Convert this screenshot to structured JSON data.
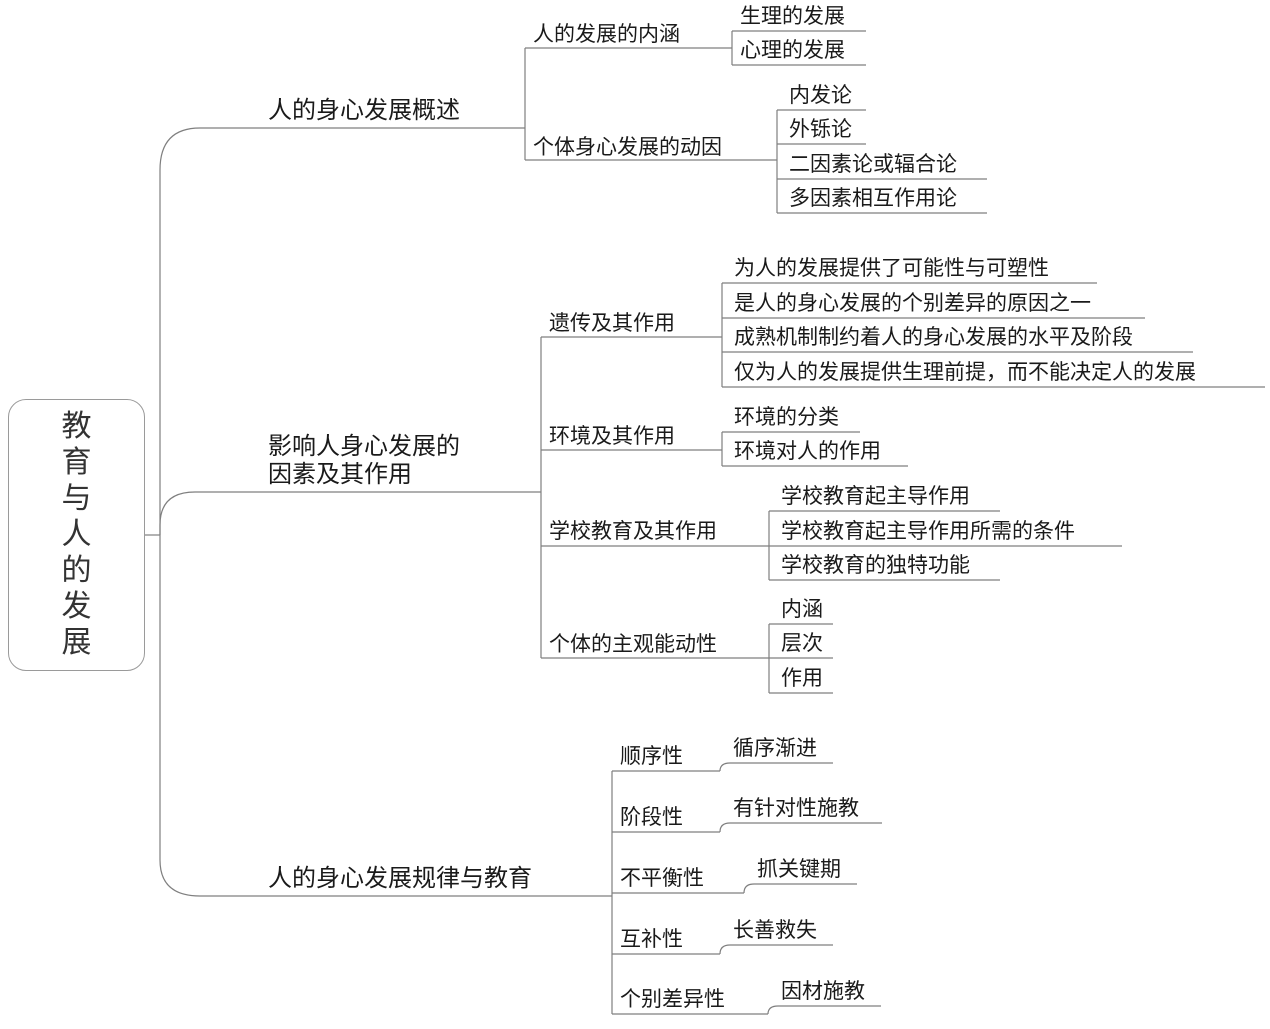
{
  "root": {
    "label": "教育与人的发展",
    "label_lines": [
      "教",
      "育",
      "与",
      "人",
      "的",
      "发",
      "展"
    ]
  },
  "b1": {
    "label": "人的身心发展概述",
    "c1": {
      "label": "人的发展的内涵",
      "items": [
        "生理的发展",
        "心理的发展"
      ]
    },
    "c2": {
      "label": "个体身心发展的动因",
      "items": [
        "内发论",
        "外铄论",
        "二因素论或辐合论",
        "多因素相互作用论"
      ]
    }
  },
  "b2": {
    "label_line1": "影响人身心发展的",
    "label_line2": "因素及其作用",
    "c1": {
      "label": "遗传及其作用",
      "items": [
        "为人的发展提供了可能性与可塑性",
        "是人的身心发展的个别差异的原因之一",
        "成熟机制制约着人的身心发展的水平及阶段",
        "仅为人的发展提供生理前提，而不能决定人的发展"
      ]
    },
    "c2": {
      "label": "环境及其作用",
      "items": [
        "环境的分类",
        "环境对人的作用"
      ]
    },
    "c3": {
      "label": "学校教育及其作用",
      "items": [
        "学校教育起主导作用",
        "学校教育起主导作用所需的条件",
        "学校教育的独特功能"
      ]
    },
    "c4": {
      "label": "个体的主观能动性",
      "items": [
        "内涵",
        "层次",
        "作用"
      ]
    }
  },
  "b3": {
    "label": "人的身心发展规律与教育",
    "c1": {
      "label": "顺序性",
      "item": "循序渐进"
    },
    "c2": {
      "label": "阶段性",
      "item": "有针对性施教"
    },
    "c3": {
      "label": "不平衡性",
      "item": "抓关键期"
    },
    "c4": {
      "label": "互补性",
      "item": "长善救失"
    },
    "c5": {
      "label": "个别差异性",
      "item": "因材施教"
    }
  },
  "colors": {
    "line": "#7f7f7f",
    "text": "#1a1a1a",
    "root_border": "#9a9a9a"
  }
}
